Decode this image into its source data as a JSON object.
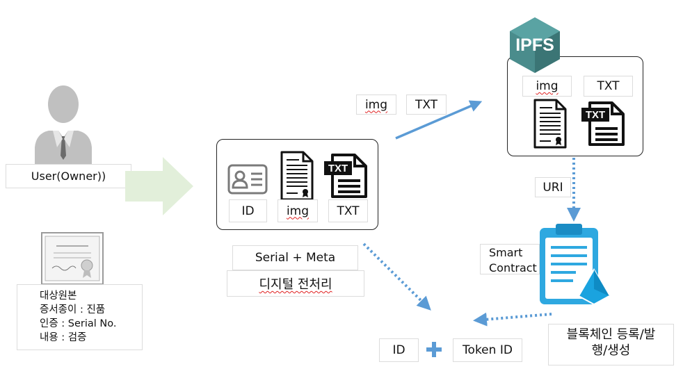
{
  "user": {
    "label": "User(Owner))"
  },
  "original": {
    "lines": [
      "대상원본",
      "증서종이 : 진품",
      "인증 : Serial No.",
      "내용 : 검증"
    ]
  },
  "center": {
    "tiles": [
      "ID",
      "img",
      "TXT"
    ],
    "serial_meta": "Serial + Meta",
    "preprocess": "디지털 전처리"
  },
  "upload": {
    "img": "img",
    "txt": "TXT"
  },
  "ipfs": {
    "logo": "IPFS",
    "img": "img",
    "txt": "TXT",
    "txt_icon_text": "TXT"
  },
  "uri": "URI",
  "smart_contract": {
    "line1": "Smart",
    "line2": "Contract"
  },
  "blockchain": {
    "line1": "블록체인 등록/발",
    "line2": "행/생성"
  },
  "result": {
    "id": "ID",
    "token": "Token ID"
  },
  "colors": {
    "arrow_blue": "#5b9bd5",
    "contract_blue": "#2ea8e0",
    "eth_blue": "#1aa3df",
    "green_arrow": "#e2efda",
    "ipfs_teal": "#3f7f7f",
    "person_gray": "#c0c0c0"
  }
}
